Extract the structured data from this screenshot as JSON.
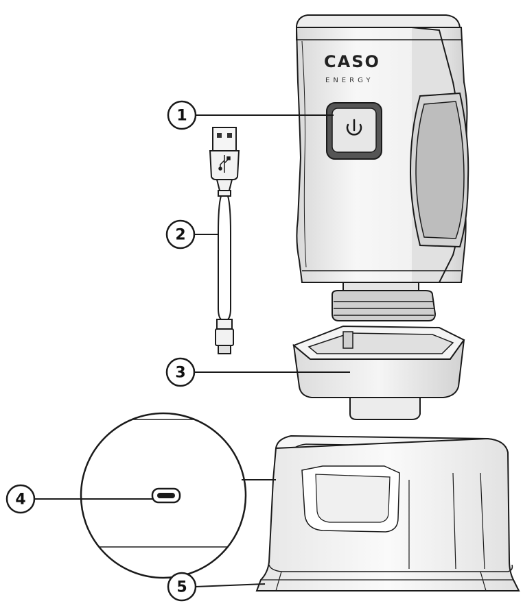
{
  "diagram": {
    "brand": "CASO",
    "brand_sub": "ENERGY",
    "callouts": [
      {
        "num": "1",
        "part": "power-button"
      },
      {
        "num": "2",
        "part": "usb-cable"
      },
      {
        "num": "3",
        "part": "adapter-cup"
      },
      {
        "num": "4",
        "part": "charging-port"
      },
      {
        "num": "5",
        "part": "charging-base"
      }
    ],
    "colors": {
      "stroke": "#1a1a1a",
      "fill_light": "#f4f4f4",
      "fill_mid": "#e3e3e3",
      "fill_dark": "#bdbdbd"
    }
  }
}
